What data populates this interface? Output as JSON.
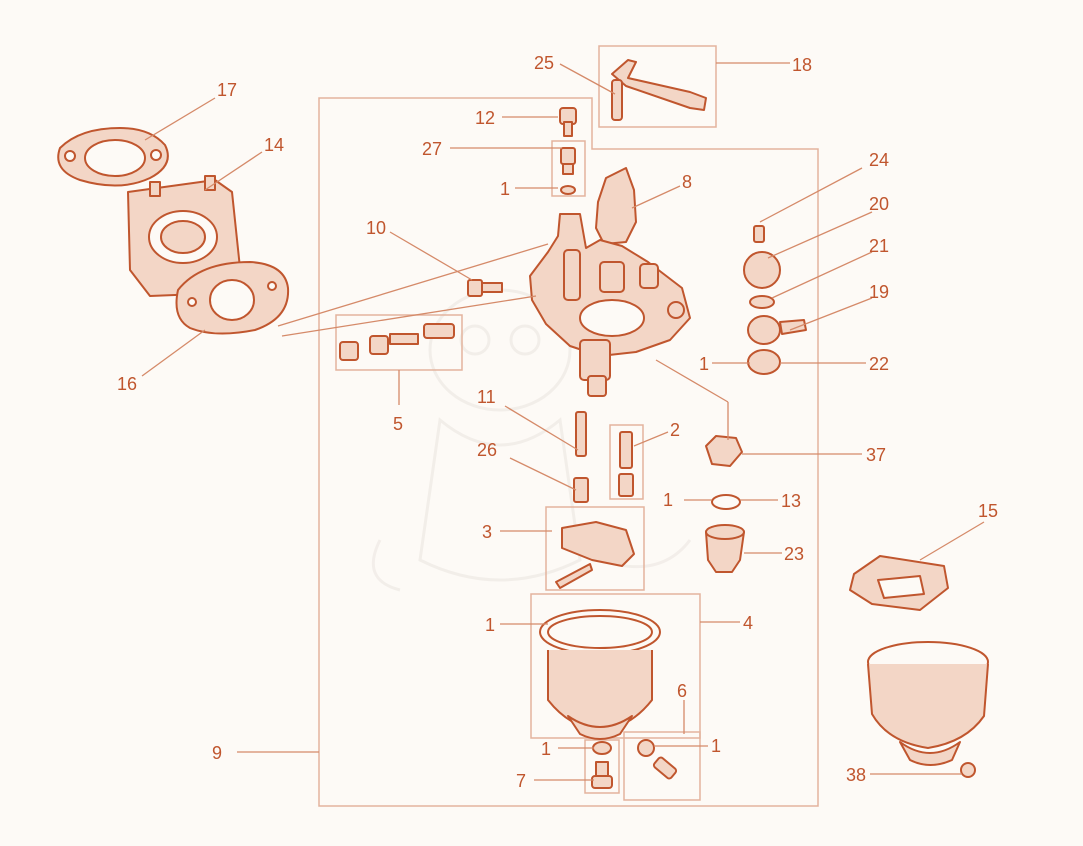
{
  "diagram": {
    "colors": {
      "ink": "#c0562e",
      "fill": "#f3d6c6",
      "line": "#d58a69",
      "frame": "#e3b39d",
      "background": "#fdfaf6"
    },
    "labels": {
      "n1": "1",
      "n2": "2",
      "n3": "3",
      "n4": "4",
      "n5": "5",
      "n6": "6",
      "n7": "7",
      "n8": "8",
      "n9": "9",
      "n10": "10",
      "n11": "11",
      "n12": "12",
      "n13": "13",
      "n14": "14",
      "n15": "15",
      "n16": "16",
      "n17": "17",
      "n18": "18",
      "n19": "19",
      "n20": "20",
      "n21": "21",
      "n22": "22",
      "n23": "23",
      "n24": "24",
      "n25": "25",
      "n26": "26",
      "n27": "27",
      "n37": "37",
      "n38": "38"
    }
  }
}
